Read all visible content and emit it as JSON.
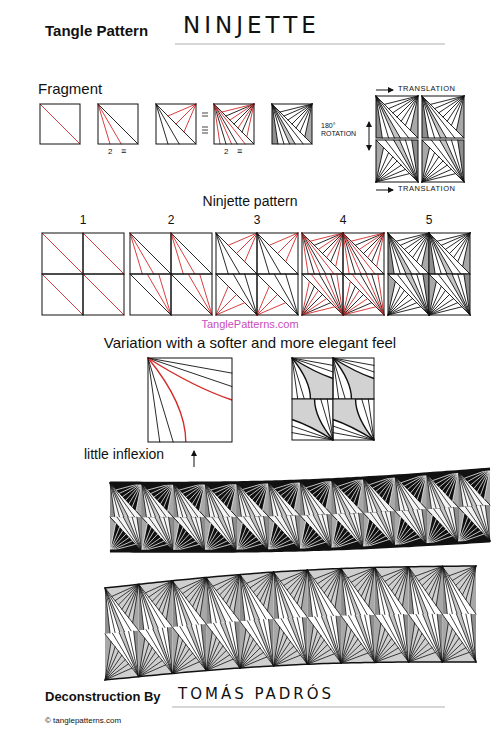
{
  "diagram": {
    "title": "NINJETTE",
    "labels": [
      "Tangle Pattern",
      "Fragment",
      "TRANSLATION",
      "2",
      "≡",
      "2",
      "≡",
      "180° ROTATION",
      "TRANSLATION",
      "Ninjette pattern",
      "1",
      "2",
      "3",
      "4",
      "5",
      "TanglePatterns.com",
      "Variation with a softer and more elegant feel",
      "little inflexion",
      "Deconstruction By",
      "TOMÁS PADRÓS",
      "© tanglepatterns.com"
    ]
  }
}
